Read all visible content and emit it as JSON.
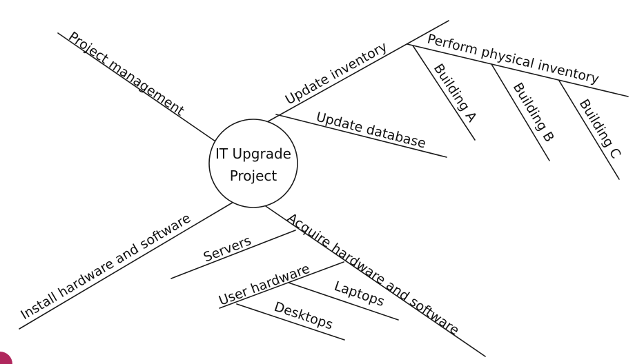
{
  "center": {
    "line1": "IT Upgrade",
    "line2": "Project"
  },
  "branches": {
    "project_management": "Project  management",
    "update_inventory": "Update inventory",
    "perform_physical_inventory": "Perform physical inventory",
    "building_a": "Building A",
    "building_b": "Building B",
    "building_c": "Building C",
    "update_database": "Update database",
    "install_hw_sw": "Install hardware and software",
    "acquire_hw_sw": "Acquire hardware and software",
    "servers": "Servers",
    "user_hardware": "User hardware",
    "laptops": "Laptops",
    "desktops": "Desktops"
  },
  "colors": {
    "line": "#1a1a1a",
    "text": "#111111",
    "corner_mark": "#b0275d"
  }
}
